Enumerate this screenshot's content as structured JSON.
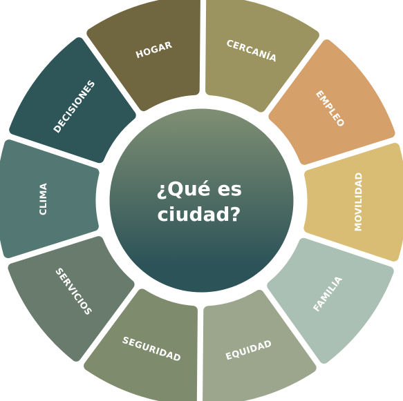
{
  "center": {
    "line1": "¿Qué es",
    "line2": "ciudad?",
    "color_top": "#7f8f73",
    "color_bottom": "#2c5358"
  },
  "segments": [
    {
      "label": "CERCANÍA",
      "color": "#9b9460"
    },
    {
      "label": "EMPLEO",
      "color": "#d6a06a"
    },
    {
      "label": "MOVILIDAD",
      "color": "#d9bd75"
    },
    {
      "label": "FAMILIA",
      "color": "#abc0b4"
    },
    {
      "label": "EQUIDAD",
      "color": "#9ca68c"
    },
    {
      "label": "SEGURIDAD",
      "color": "#7f8b6d"
    },
    {
      "label": "SERVICIOS",
      "color": "#687b6c"
    },
    {
      "label": "CLIMA",
      "color": "#537873"
    },
    {
      "label": "DECISIONES",
      "color": "#2e5659"
    },
    {
      "label": "HOGAR",
      "color": "#706640"
    }
  ]
}
